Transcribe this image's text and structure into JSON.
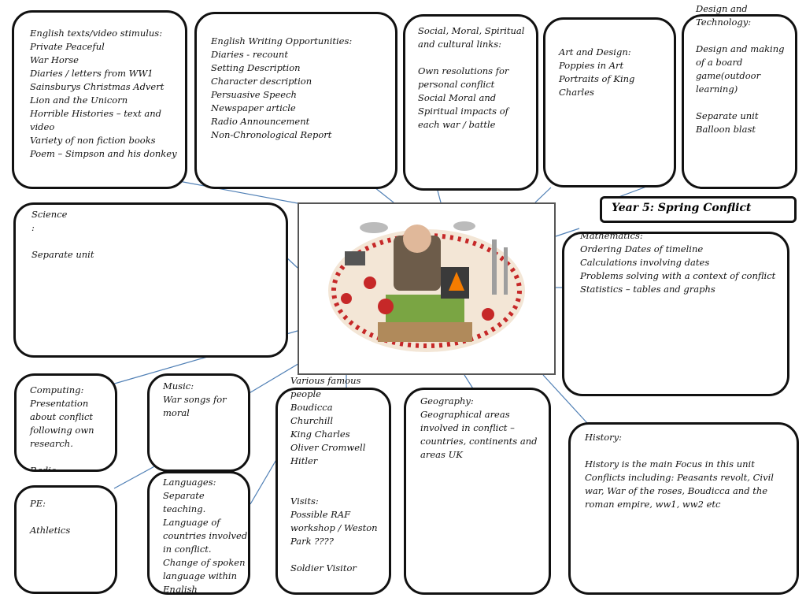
{
  "title": "Year 5: Spring Conflict",
  "boxes": {
    "english_texts": "English texts/video stimulus:\nPrivate Peaceful\nWar Horse\nDiaries / letters from WW1\nSainsburys Christmas Advert\nLion and the  Unicorn\nHorrible Histories – text and video\nVariety of non fiction books\nPoem – Simpson and his donkey",
    "english_writing": "English Writing Opportunities:\nDiaries - recount\nSetting Description\nCharacter description\nPersuasive Speech\nNewspaper article\nRadio Announcement\nNon-Chronological Report",
    "smsc": "Social, Moral, Spiritual and cultural links:\n\nOwn resolutions for personal conflict\nSocial Moral and Spiritual impacts of each war / battle",
    "art": "Art and Design:\nPoppies in Art\nPortraits of King Charles",
    "dt": "Design and Technology:\n\nDesign and making of a board game(outdoor learning)\n\nSeparate unit  Balloon blast",
    "science": "Science\n:\n\nSeparate  unit",
    "maths": "Mathematics:\nOrdering Dates of timeline\nCalculations involving dates\nProblems solving with a context of conflict\nStatistics – tables and graphs",
    "computing": "Computing:\nPresentation about conflict following own research.\n\nRadio",
    "music": "Music:\nWar songs for moral",
    "pe": "PE:\n\nAthletics",
    "languages": "Languages:\nSeparate teaching.\nLanguage of countries involved in conflict.\nChange of spoken language  within English",
    "famous": "Various famous people\nBoudicca\nChurchill\nKing Charles\nOliver Cromwell\nHitler\n\n\nVisits:\nPossible RAF workshop / Weston Park ????\n\nSoldier Visitor",
    "geography": "Geography:\nGeographical areas involved in conflict – countries, continents and areas UK",
    "history": "History:\n\nHistory is the main  Focus in this unit\nConflicts including: Peasants revolt, Civil war, War of the roses, Boudicca and the roman empire, ww1, ww2 etc"
  },
  "colors": {
    "connector": "#4f7fb5",
    "border": "#111111"
  },
  "icons": {
    "center": "conflict-collage-illustration"
  }
}
